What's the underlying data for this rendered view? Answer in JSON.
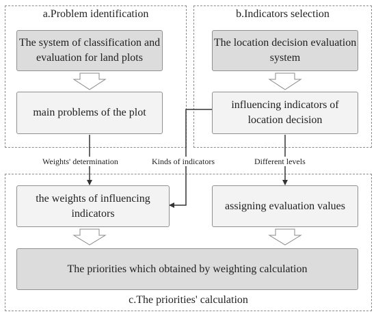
{
  "panels": {
    "a_title": "a.Problem identification",
    "b_title": "b.Indicators selection",
    "c_title": "c.The priorities' calculation"
  },
  "boxes": {
    "classification_system": "The system of classification and evaluation for land plots",
    "main_problems": "main problems of the plot",
    "location_system": "The location decision evaluation system",
    "influencing_indicators": "influencing indicators of location decision",
    "weights": "the weights of influencing indicators",
    "assigning_values": "assigning evaluation values",
    "priorities": "The priorities which obtained by weighting calculation"
  },
  "edge_labels": {
    "weights_determination": "Weights' determination",
    "kinds_of_indicators": "Kinds of indicators",
    "different_levels": "Different levels"
  }
}
